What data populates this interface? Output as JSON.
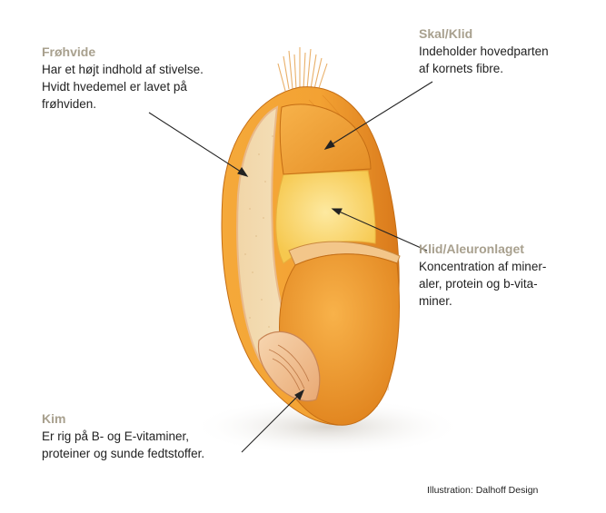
{
  "labels": {
    "frohvide": {
      "title": "Frøhvide",
      "desc": "Har et højt indhold af stivelse.\nHvidt hvedemel er lavet på\nfrøhviden."
    },
    "skal": {
      "title": "Skal/Klid",
      "desc": "Indeholder hovedparten\naf kornets fibre."
    },
    "aleuron": {
      "title": "Klid/Aleuronlaget",
      "desc": "Koncentration af miner-\naler, protein og b-vita-\nminer."
    },
    "kim": {
      "title": "Kim",
      "desc": "Er rig på B- og E-vitaminer,\nproteiner og sunde fedtstoffer."
    }
  },
  "credit": "Illustration: Dalhoff Design",
  "colors": {
    "title": "#a8a08e",
    "text": "#222222",
    "shell": "#f0a12e",
    "endosperm": "#f3dcb2",
    "aleurone": "#f8d060"
  }
}
